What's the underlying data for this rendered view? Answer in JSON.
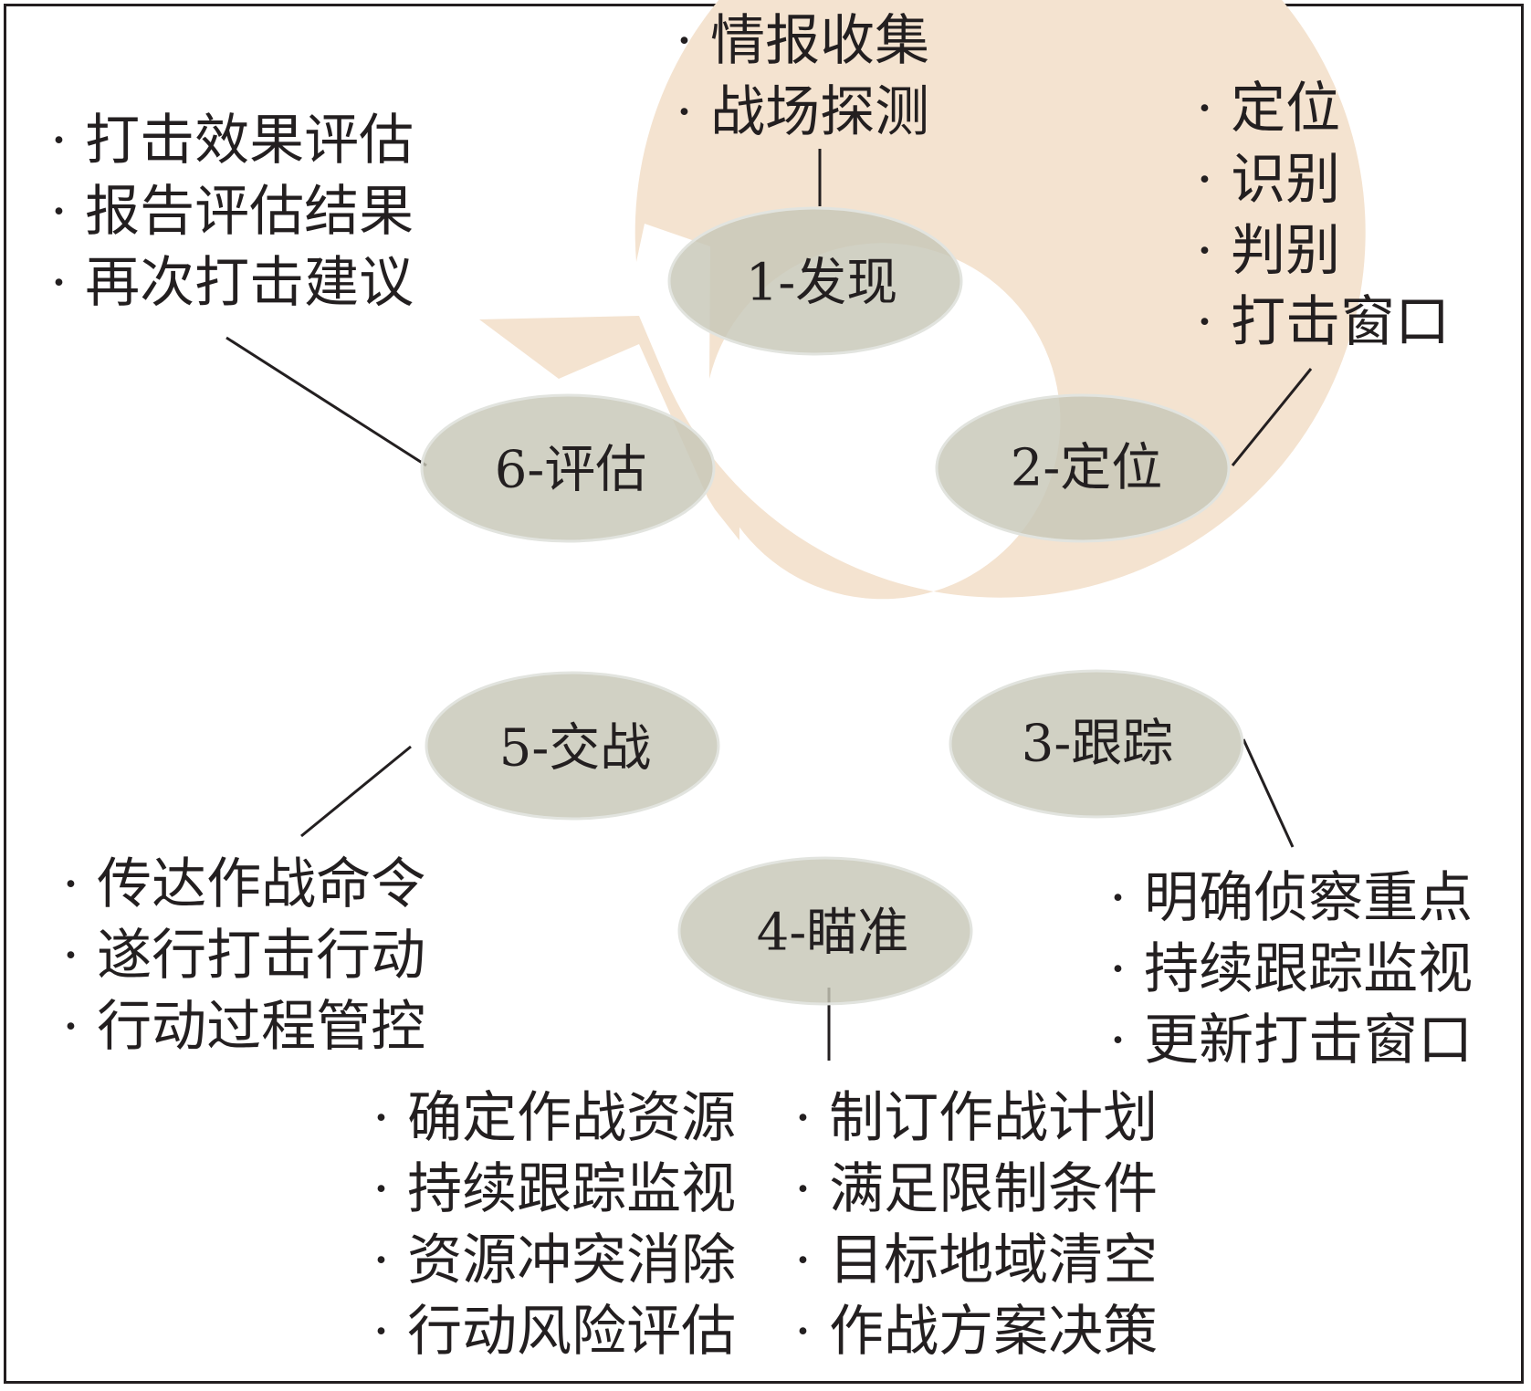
{
  "stages": [
    {
      "label": "1-发现",
      "items": [
        "情报收集",
        "战场探测"
      ]
    },
    {
      "label": "2-定位",
      "items": [
        "定位",
        "识别",
        "判别",
        "打击窗口"
      ]
    },
    {
      "label": "3-跟踪",
      "items": [
        "明确侦察重点",
        "持续跟踪监视",
        "更新打击窗口"
      ]
    },
    {
      "label": "4-瞄准",
      "items_left": [
        "确定作战资源",
        "持续跟踪监视",
        "资源冲突消除",
        "行动风险评估"
      ],
      "items_right": [
        "制订作战计划",
        "满足限制条件",
        "目标地域清空",
        "作战方案决策"
      ]
    },
    {
      "label": "5-交战",
      "items": [
        "传达作战命令",
        "遂行打击行动",
        "行动过程管控"
      ]
    },
    {
      "label": "6-评估",
      "items": [
        "打击效果评估",
        "报告评估结果",
        "再次打击建议"
      ]
    }
  ],
  "colors": {
    "ring": "#f4e3d0",
    "ellipse": "#c7c7b7",
    "ellipse_stroke": "#e2e4df",
    "line": "#231f20",
    "text": "#231f20"
  }
}
